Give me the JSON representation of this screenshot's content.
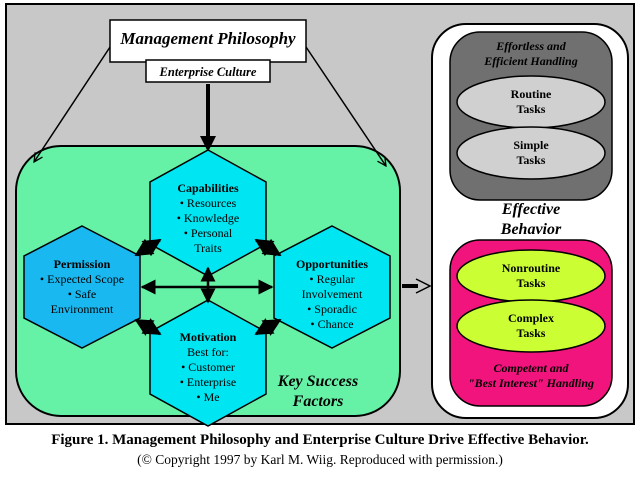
{
  "philosophy": {
    "title": "Management Philosophy",
    "subtitle": "Enterprise Culture"
  },
  "success_factors": {
    "label_line1": "Key Success",
    "label_line2": "Factors",
    "capabilities": {
      "title": "Capabilities",
      "lines": [
        "• Resources",
        "• Knowledge",
        "• Personal",
        "Traits"
      ]
    },
    "permission": {
      "title": "Permission",
      "lines": [
        "• Expected Scope",
        "• Safe",
        "Environment"
      ]
    },
    "opportunities": {
      "title": "Opportunities",
      "lines": [
        "• Regular",
        "Involvement",
        "• Sporadic",
        "• Chance"
      ]
    },
    "motivation": {
      "title": "Motivation",
      "lines": [
        "Best for:",
        "• Customer",
        "• Enterprise",
        "• Me"
      ]
    }
  },
  "behavior": {
    "label_line1": "Effective",
    "label_line2": "Behavior",
    "effortless": {
      "heading_line1": "Effortless and",
      "heading_line2": "Efficient Handling",
      "routine": [
        "Routine",
        "Tasks"
      ],
      "simple": [
        "Simple",
        "Tasks"
      ]
    },
    "competent": {
      "nonroutine": [
        "Nonroutine",
        "Tasks"
      ],
      "complex": [
        "Complex",
        "Tasks"
      ],
      "heading_line1": "Competent and",
      "heading_line2": "\"Best Interest\" Handling"
    }
  },
  "caption": {
    "line1": "Figure 1. Management Philosophy and Enterprise Culture Drive Effective Behavior.",
    "line2": "(© Copyright 1997 by Karl M. Wiig. Reproduced with permission.)"
  },
  "colors": {
    "frame_bg": "#c8c8c8",
    "success_green": "#66f2a6",
    "hexagon_cyan": "#00e5f2",
    "permission_blue": "#1ab8f0",
    "effortless_gray": "#707070",
    "oval_gray": "#d0d0d0",
    "competent_magenta": "#f0147c",
    "oval_yellow": "#ccff33"
  },
  "icons": [
    "double-arrow-icon",
    "down-arrow-icon",
    "right-arrow-icon"
  ]
}
